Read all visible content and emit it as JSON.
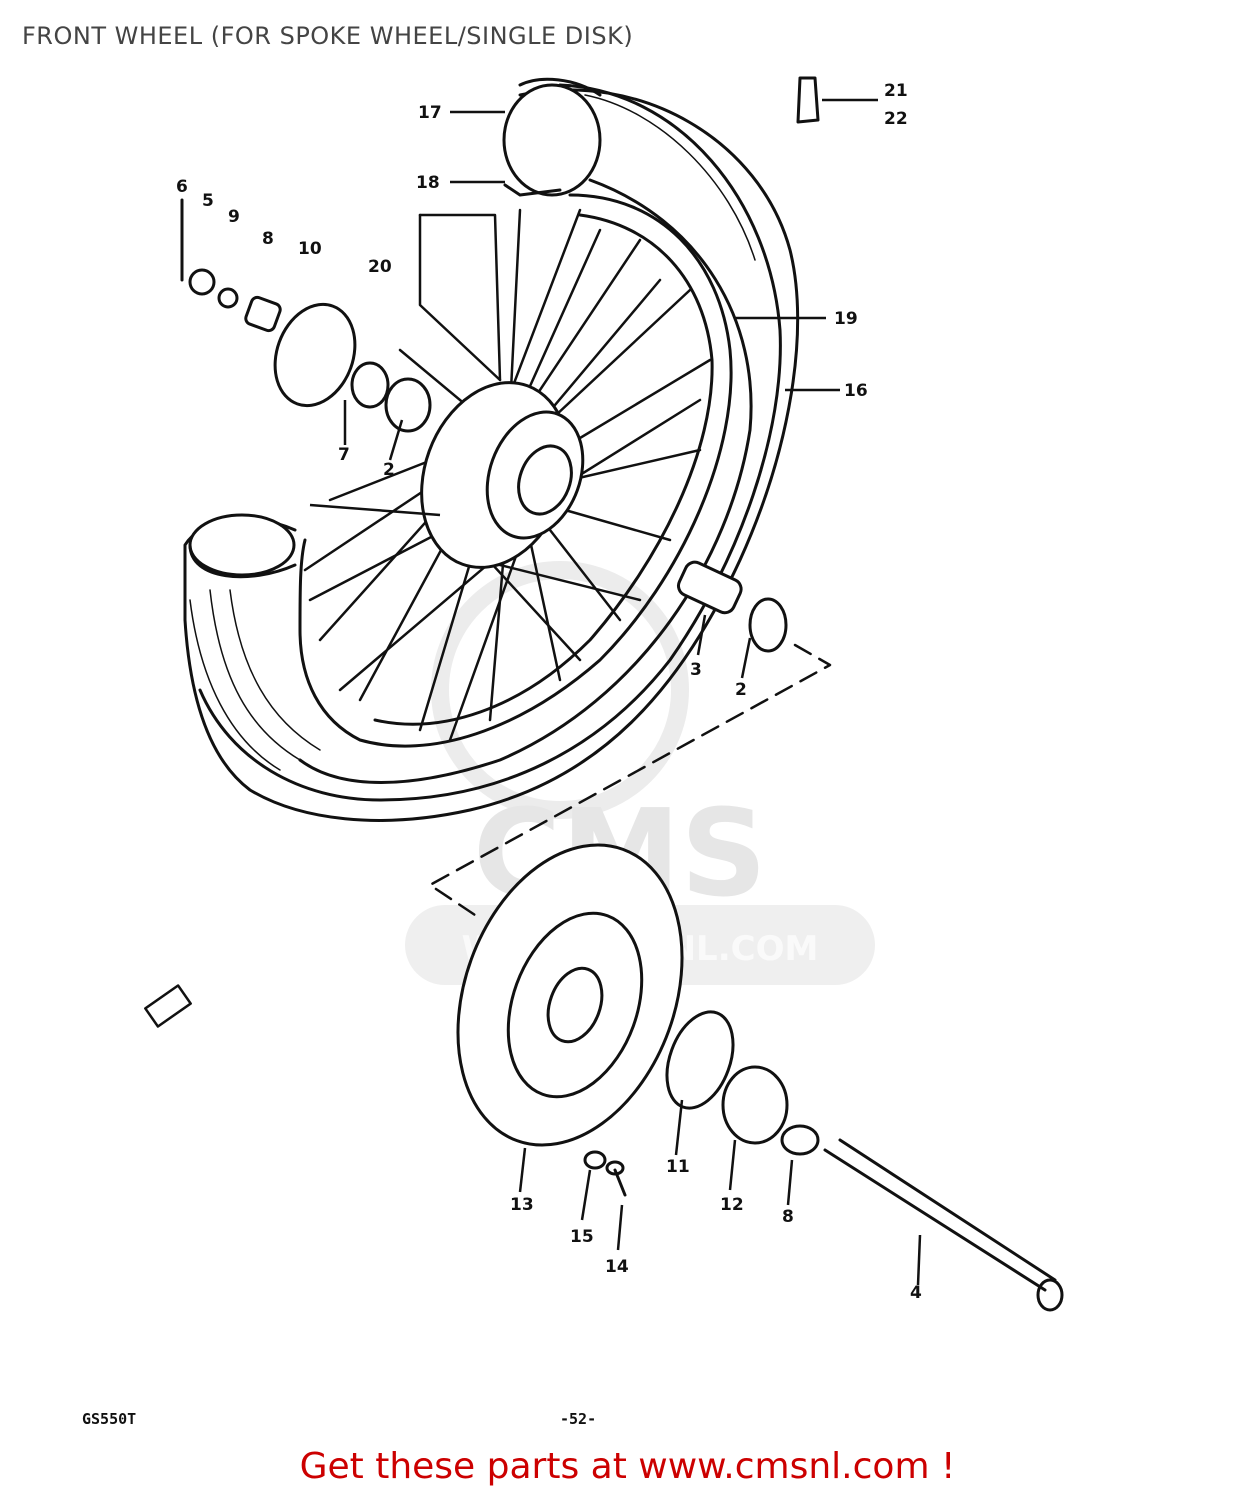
{
  "title": "FRONT WHEEL (FOR SPOKE WHEEL/SINGLE DISK)",
  "footer": {
    "model_code": "GS550T",
    "page_number": "-52-"
  },
  "call_to_action": "Get these parts at www.cmsnl.com !",
  "watermark": {
    "brand": "CMS",
    "url": "WWW.CMSNL.COM"
  },
  "callouts": [
    {
      "id": "c1",
      "label": "17"
    },
    {
      "id": "c2",
      "label": "18"
    },
    {
      "id": "c3",
      "label": "21"
    },
    {
      "id": "c4",
      "label": "22"
    },
    {
      "id": "c5",
      "label": "6"
    },
    {
      "id": "c6",
      "label": "5"
    },
    {
      "id": "c7",
      "label": "9"
    },
    {
      "id": "c8",
      "label": "8"
    },
    {
      "id": "c9",
      "label": "10"
    },
    {
      "id": "c10",
      "label": "20"
    },
    {
      "id": "c11",
      "label": "19"
    },
    {
      "id": "c12",
      "label": "16"
    },
    {
      "id": "c13",
      "label": "7"
    },
    {
      "id": "c14",
      "label": "2"
    },
    {
      "id": "c15",
      "label": "3"
    },
    {
      "id": "c16",
      "label": "2"
    },
    {
      "id": "c17",
      "label": "11"
    },
    {
      "id": "c18",
      "label": "13"
    },
    {
      "id": "c19",
      "label": "12"
    },
    {
      "id": "c20",
      "label": "8"
    },
    {
      "id": "c21",
      "label": "15"
    },
    {
      "id": "c22",
      "label": "14"
    },
    {
      "id": "c23",
      "label": "4"
    }
  ]
}
